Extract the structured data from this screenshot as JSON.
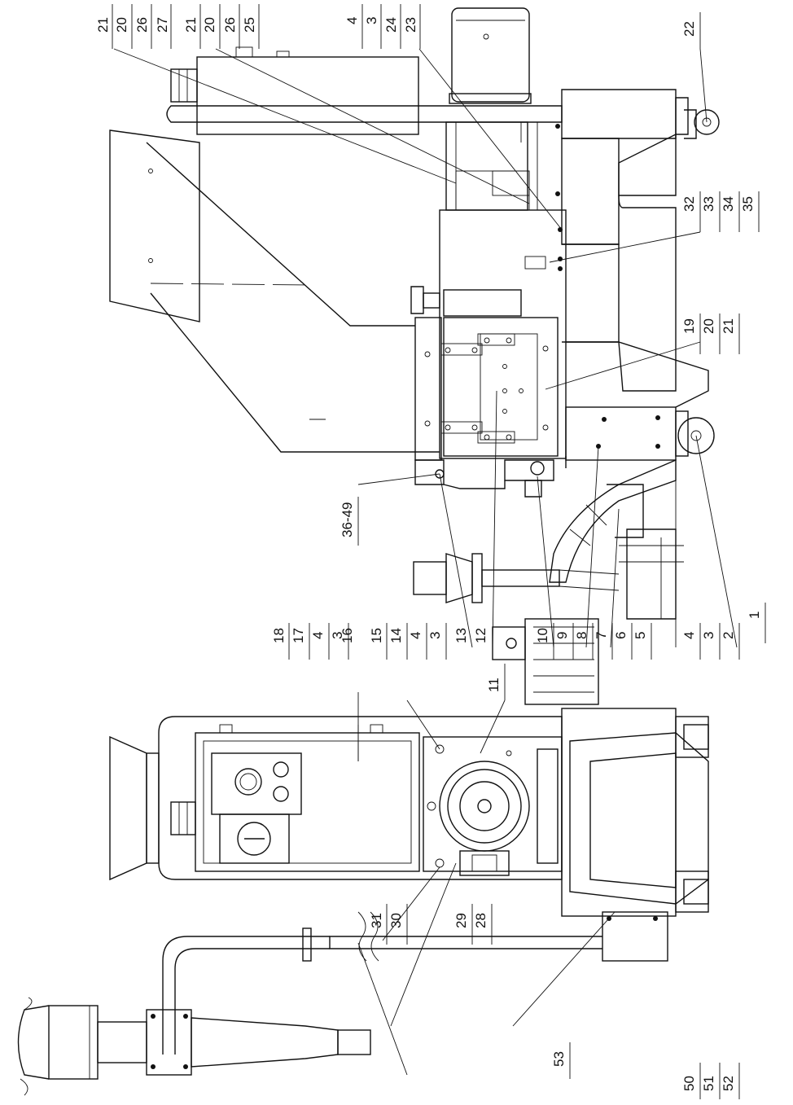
{
  "drawing": {
    "labels": [
      {
        "id": "g-21-20-26-27",
        "items": [
          "21",
          "20",
          "26",
          "27"
        ]
      },
      {
        "id": "g-21-20-26-25",
        "items": [
          "21",
          "20",
          "26",
          "25"
        ]
      },
      {
        "id": "g-4-3-24-23",
        "items": [
          "4",
          "3",
          "24",
          "23"
        ]
      },
      {
        "id": "g-22",
        "items": [
          "22"
        ]
      },
      {
        "id": "g-32-33-34-35",
        "items": [
          "32",
          "33",
          "34",
          "35"
        ]
      },
      {
        "id": "g-19-20-21",
        "items": [
          "19",
          "20",
          "21"
        ]
      },
      {
        "id": "g-36-49",
        "items": [
          "36-49"
        ]
      },
      {
        "id": "g-18-17-4-3",
        "items": [
          "18",
          "17",
          "4",
          "3"
        ]
      },
      {
        "id": "g-16",
        "items": [
          "16"
        ]
      },
      {
        "id": "g-15-14-4-3",
        "items": [
          "15",
          "14",
          "4",
          "3"
        ]
      },
      {
        "id": "g-13",
        "items": [
          "13"
        ]
      },
      {
        "id": "g-12",
        "items": [
          "12"
        ]
      },
      {
        "id": "g-11",
        "items": [
          "11"
        ]
      },
      {
        "id": "g-10-9-8-7",
        "items": [
          "10",
          "9",
          "8",
          "7"
        ]
      },
      {
        "id": "g-6",
        "items": [
          "6"
        ]
      },
      {
        "id": "g-5",
        "items": [
          "5"
        ]
      },
      {
        "id": "g-4-3-2",
        "items": [
          "4",
          "3",
          "2"
        ]
      },
      {
        "id": "g-1",
        "items": [
          "1"
        ]
      },
      {
        "id": "g-31-30",
        "items": [
          "31",
          "30"
        ]
      },
      {
        "id": "g-29-28",
        "items": [
          "29",
          "28"
        ]
      },
      {
        "id": "g-53",
        "items": [
          "53"
        ]
      },
      {
        "id": "g-50-51-52",
        "items": [
          "50",
          "51",
          "52"
        ]
      }
    ]
  }
}
